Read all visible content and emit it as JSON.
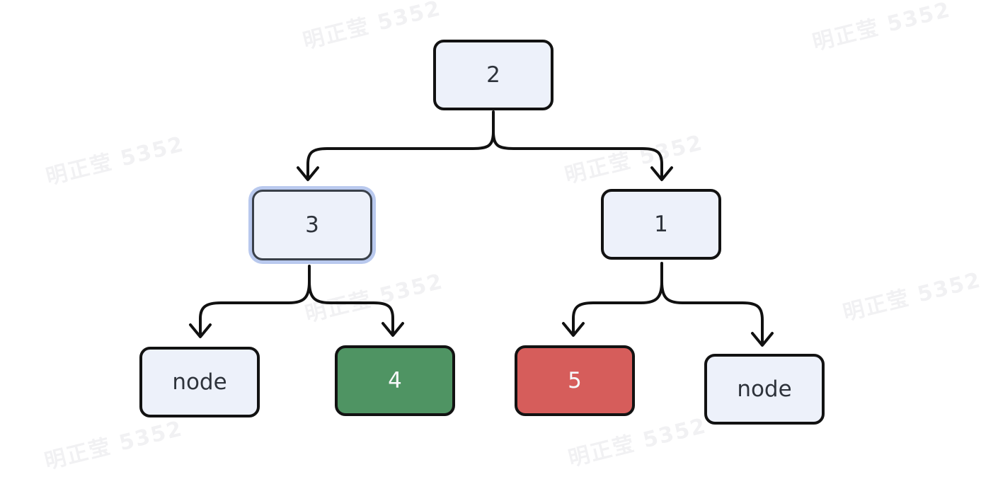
{
  "watermark": {
    "text": "明正莹 5352"
  },
  "colors": {
    "node_fill": "#edf1fa",
    "node_border": "#121212",
    "selected_border": "#3a4049",
    "selected_glow": "#b9c9ee",
    "green_fill": "#4f9463",
    "red_fill": "#d65d5b",
    "label_dark": "#2e333b",
    "label_light": "#f7f8fa",
    "connector": "#111111",
    "watermark": "#f1f1f3"
  },
  "tree": {
    "root": {
      "label": "2",
      "state": "default"
    },
    "root_left": {
      "label": "3",
      "state": "selected"
    },
    "root_right": {
      "label": "1",
      "state": "default"
    },
    "root_left_left": {
      "label": "node",
      "state": "default"
    },
    "root_left_right": {
      "label": "4",
      "state": "green"
    },
    "root_right_left": {
      "label": "5",
      "state": "red"
    },
    "root_right_right": {
      "label": "node",
      "state": "default"
    }
  }
}
